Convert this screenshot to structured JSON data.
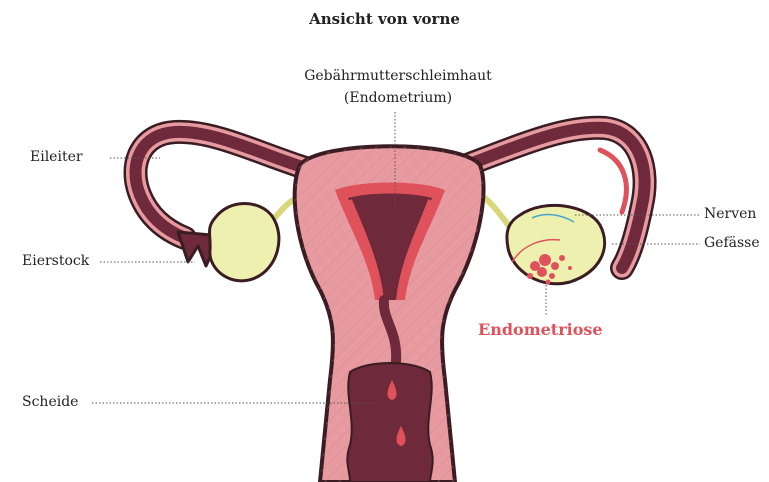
{
  "title": "Ansicht von vorne",
  "labels": {
    "endometrium_line1": "Gebährmutterschleimhaut",
    "endometrium_line2": "(Endometrium)",
    "eileiter": "Eileiter",
    "eierstock": "Eierstock",
    "scheide": "Scheide",
    "nerven": "Nerven",
    "gefaesse": "Gefässe",
    "endometriose": "Endometriose"
  },
  "colors": {
    "outline": "#3a1d22",
    "tissue": "#e79aa0",
    "cavity": "#6e2a3a",
    "lining": "#e0525b",
    "ovary": "#eef0b0",
    "endometriosis": "#e0525b",
    "nerve": "#4aa6c9"
  }
}
